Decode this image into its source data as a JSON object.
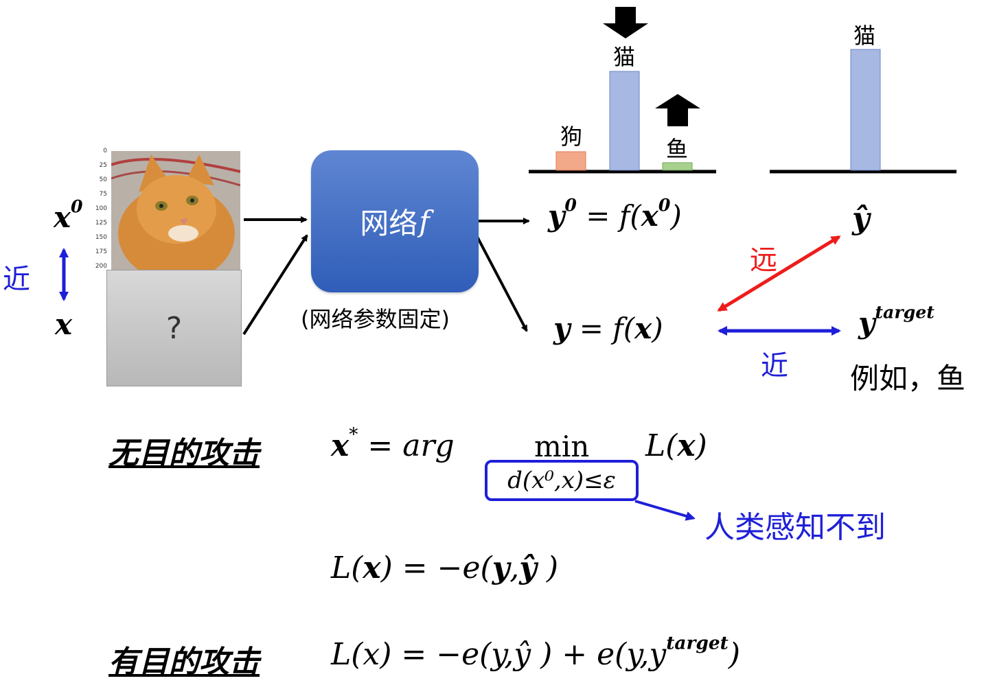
{
  "input": {
    "x0_label": "x",
    "x0_sup": "0",
    "x_label": "x",
    "near_label": "近",
    "question": "?",
    "y_ticks": [
      "0",
      "25",
      "50",
      "75",
      "100",
      "125",
      "150",
      "175",
      "200"
    ]
  },
  "network": {
    "label": "网络",
    "f": "f",
    "caption": "(网络参数固定)"
  },
  "outputs": {
    "y0_eq": {
      "y": "y",
      "sup": "0",
      "eq": " = f(",
      "x": "x",
      "xsup": "0",
      "close": ")"
    },
    "y_eq": {
      "y": "y",
      "eq": " = f(",
      "x": "x",
      "close": ")"
    },
    "yhat": "ŷ",
    "ytarget": {
      "y": "y",
      "sup": "target"
    },
    "example": "例如，鱼",
    "far_label": "远",
    "near_label": "近"
  },
  "chart_left": {
    "labels": {
      "dog": "狗",
      "cat": "猫",
      "fish": "鱼"
    },
    "colors": {
      "dog": "#f2a98a",
      "cat": "#a7b8e2",
      "fish": "#a9d18e"
    }
  },
  "chart_right": {
    "label": "猫",
    "color": "#a7b8e2"
  },
  "untargeted": {
    "title": "无目的攻击",
    "eq_lhs": "x",
    "eq_star": "*",
    "eq_mid": " = arg",
    "min": "min",
    "loss": "L(",
    "loss_x": "x",
    "loss_close": ")",
    "constraint": "d(x⁰,x)≤ε",
    "note": "人类感知不到"
  },
  "loss_def": {
    "lhs": "L(",
    "x": "x",
    "mid": ") = −e(",
    "y": "y",
    "comma": ",",
    "yhat": "ŷ",
    "close": " )"
  },
  "targeted": {
    "title": "有目的攻击",
    "text": "L(x) = −e(y,ŷ ) + e(y,y",
    "sup": "target",
    "close": ")"
  }
}
